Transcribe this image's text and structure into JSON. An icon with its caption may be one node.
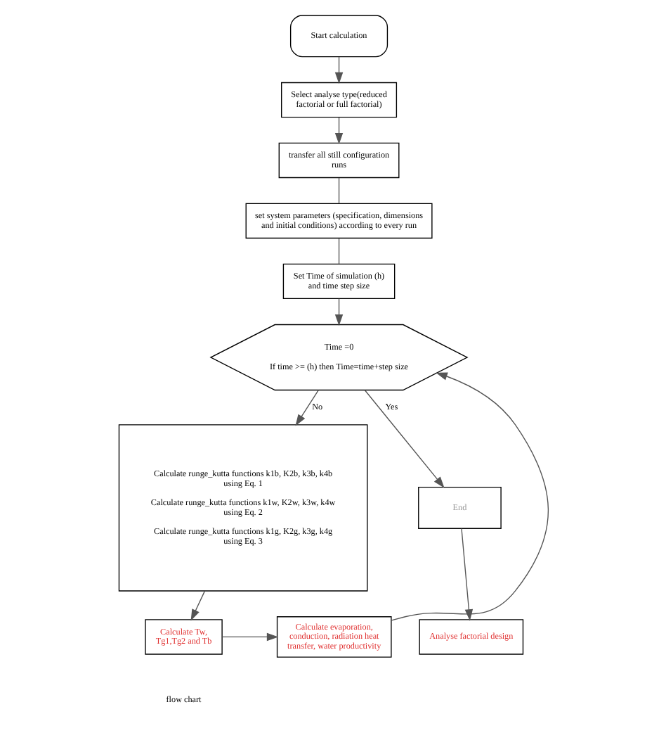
{
  "diagram": {
    "nodes": [
      {
        "text": [
          "Start calculation"
        ]
      },
      {
        "text": [
          "Select analyse type(reduced factorial or full factorial)"
        ]
      },
      {
        "text": [
          "transfer all still configuration runs"
        ]
      },
      {
        "text": [
          "set system parameters (specification, dimensions and initial conditions) according to every run"
        ]
      },
      {
        "text": [
          "Set Time of simulation (h) and time step size"
        ]
      },
      {
        "text": [
          "Time =0",
          "If time >= (h) then Time=time+step size"
        ]
      },
      {
        "text": [
          "Calculate runge_kutta functions k1b, K2b, k3b, k4b using Eq. 1",
          "Calculate runge_kutta functions k1w, K2w, k3w, k4w using Eq. 2",
          "Calculate runge_kutta functions k1g, K2g, k3g, k4g using Eq. 3"
        ]
      },
      {
        "text": [
          "End"
        ]
      },
      {
        "text": [
          "Analyse factorial design"
        ]
      },
      {
        "text": [
          "Calculate Tw, Tg1,Tg2 and Tb"
        ]
      },
      {
        "text": [
          "Calculate evaporation, conduction, radiation heat transfer, water productivity"
        ]
      }
    ],
    "edges": [
      {
        "from": 0,
        "to": 1,
        "arrow": "to"
      },
      {
        "from": 1,
        "to": 2,
        "arrow": "to"
      },
      {
        "from": 2,
        "to": 3,
        "arrow": "none"
      },
      {
        "from": 3,
        "to": 4,
        "arrow": "none"
      },
      {
        "from": 4,
        "to": 5,
        "arrow": "to"
      },
      {
        "from": 5,
        "to": 6,
        "arrow": "to",
        "label": "No"
      },
      {
        "from": 5,
        "to": 7,
        "arrow": "to",
        "label": "Yes"
      },
      {
        "from": 7,
        "to": 8,
        "arrow": "to"
      },
      {
        "from": 6,
        "to": 9,
        "arrow": "to"
      },
      {
        "from": 9,
        "to": 10,
        "arrow": "to"
      },
      {
        "from": 10,
        "to": 5,
        "arrow": "to"
      }
    ],
    "labels": [
      "flow chart"
    ]
  }
}
